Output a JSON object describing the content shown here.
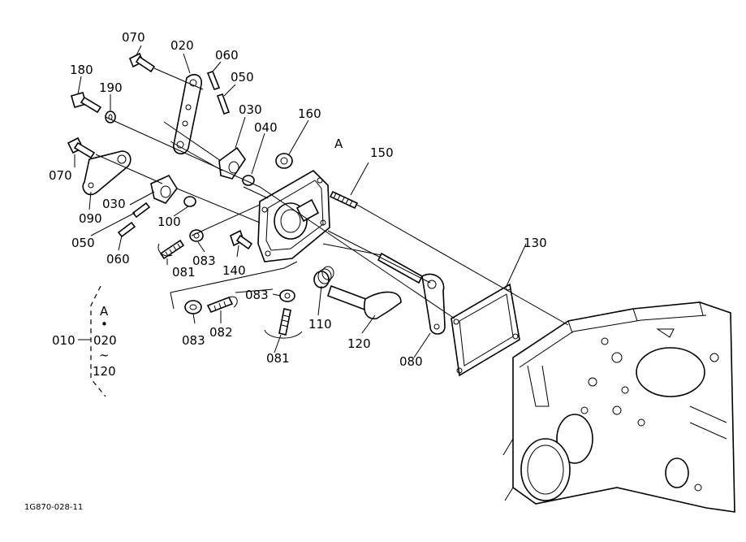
{
  "labels": {
    "p070a": "070",
    "p020": "020",
    "p060a": "060",
    "p050a": "050",
    "p180": "180",
    "p190": "190",
    "p030a": "030",
    "p040": "040",
    "p160": "160",
    "pA": "A",
    "p150": "150",
    "p070b": "070",
    "p030b": "030",
    "p090": "090",
    "p100": "100",
    "p050b": "050",
    "p060b": "060",
    "p081a": "081",
    "p083a": "083",
    "p140": "140",
    "p130": "130",
    "p083b": "083",
    "p083c": "083",
    "p082": "082",
    "p110": "110",
    "p081b": "081",
    "p120": "120",
    "p080": "080"
  },
  "legend": {
    "assembly": "010",
    "ref": "A",
    "dot": "•",
    "from": "020",
    "tilde": "~",
    "to": "120"
  },
  "footer": {
    "drawing_code": "1G870-028-11"
  }
}
